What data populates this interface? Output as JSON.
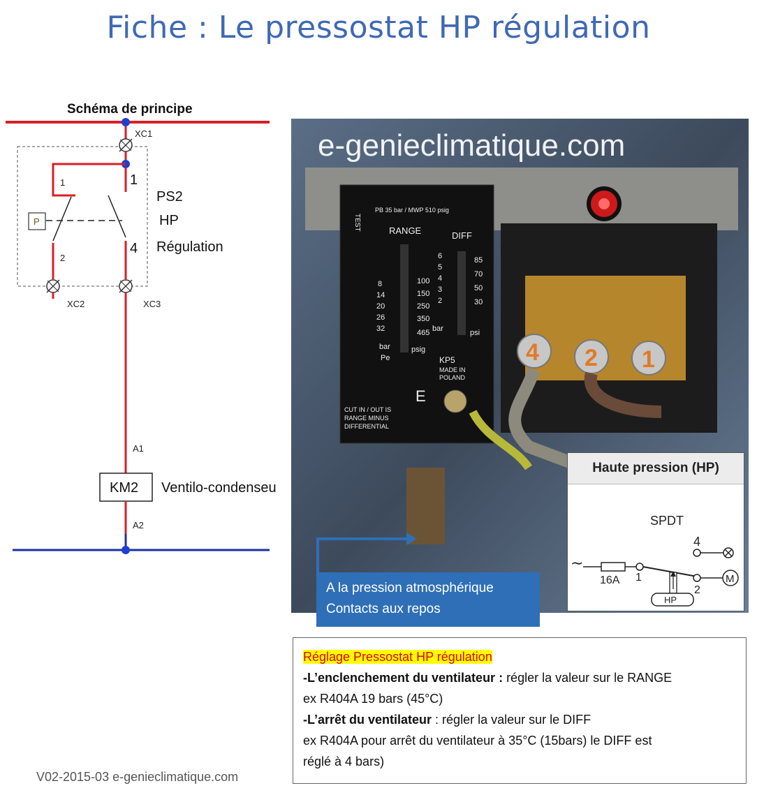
{
  "title": "Fiche : Le pressostat HP régulation",
  "schema": {
    "heading": "Schéma de principe",
    "labels": {
      "xc1": "XC1",
      "xc2": "XC2",
      "xc3": "XC3",
      "contact_1_left": "1",
      "contact_2_left": "2",
      "term_1": "1",
      "term_4": "4",
      "p_box": "P",
      "a1": "A1",
      "a2": "A2",
      "km2": "KM2"
    },
    "ps2_lines": [
      "PS2",
      "HP",
      "Régulation"
    ],
    "ventilo": "Ventilo-condenseu"
  },
  "photo": {
    "watermark": "e-genieclimatique.com",
    "panel_top": "PB 35 bar / MWP 510 psig",
    "test_label": "TEST",
    "range_label": "RANGE",
    "diff_label": "DIFF",
    "range_bar": [
      "8",
      "14",
      "20",
      "26",
      "32"
    ],
    "range_psig": [
      "100",
      "150",
      "250",
      "350",
      "465"
    ],
    "diff_bar": [
      "6",
      "5",
      "4",
      "3",
      "2"
    ],
    "diff_psi": [
      "85",
      "70",
      "50",
      "30"
    ],
    "unit_bar": "bar",
    "unit_pe": "Pe",
    "unit_psig": "psig",
    "unit_psi": "psi",
    "kp5": "KP5",
    "made_in": "MADE IN",
    "poland": "POLAND",
    "e_label": "E",
    "cut_in": [
      "CUT IN / OUT IS",
      "RANGE MINUS",
      "DIFFERENTIAL"
    ],
    "terminals": [
      "4",
      "2",
      "1"
    ]
  },
  "arrow_box": {
    "line1": "A la pression atmosphérique",
    "line2": "Contacts aux repos"
  },
  "hp_box": {
    "header": "Haute pression (HP)",
    "spdt": "SPDT",
    "t4": "4",
    "t1": "1",
    "t2": "2",
    "fuse": "16A",
    "hp": "HP",
    "motor": "M"
  },
  "note": {
    "title": "Réglage Pressostat HP régulation",
    "l1_bold": "-L’enclenchement du ventilateur :",
    "l1_rest": " régler la valeur sur le RANGE",
    "l2": "ex R404A  19 bars (45°C)",
    "l3_bold": "-L’arrêt du ventilateur",
    "l3_rest": " : régler la valeur sur le DIFF",
    "l4": "ex R404A pour arrêt du ventilateur à 35°C (15bars) le DIFF est",
    "l5": "réglé à 4 bars)"
  },
  "footer": "V02-2015-03 e-genieclimatique.com",
  "colors": {
    "title": "#3f69b5",
    "wire_red": "#d81f26",
    "wire_blue": "#1a2fa3",
    "node_blue": "#1f3fd1",
    "box_blue": "#2e6fb7",
    "highlight": "#ffff00"
  }
}
